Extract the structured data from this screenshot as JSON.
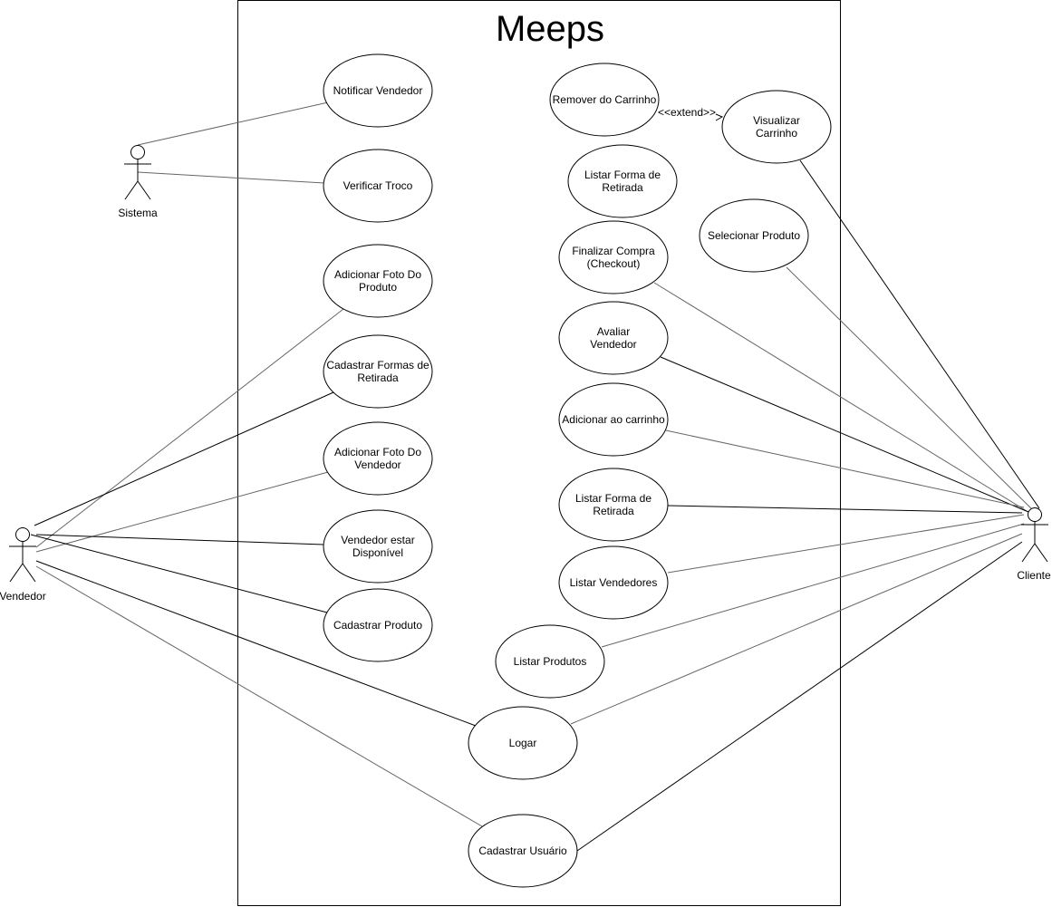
{
  "system": {
    "title": "Meeps"
  },
  "actors": {
    "sistema": "Sistema",
    "vendedor": "Vendedor",
    "cliente": "Cliente"
  },
  "use_cases": {
    "notificar_vendedor": [
      "Notificar Vendedor"
    ],
    "verificar_troco": [
      "Verificar Troco"
    ],
    "adicionar_foto_produto": [
      "Adicionar Foto Do",
      "Produto"
    ],
    "cadastrar_formas_retirada": [
      "Cadastrar Formas de",
      "Retirada"
    ],
    "adicionar_foto_vendedor": [
      "Adicionar Foto Do",
      "Vendedor"
    ],
    "vendedor_disponivel": [
      "Vendedor estar",
      "Disponível"
    ],
    "cadastrar_produto": [
      "Cadastrar Produto"
    ],
    "remover_carrinho": [
      "Remover do Carrinho"
    ],
    "visualizar_carrinho": [
      "Visualizar",
      "Carrinho"
    ],
    "listar_forma_retirada_1": [
      "Listar Forma de",
      "Retirada"
    ],
    "selecionar_produto": [
      "Selecionar Produto"
    ],
    "finalizar_compra": [
      "Finalizar Compra",
      "(Checkout)"
    ],
    "avaliar_vendedor": [
      "Avaliar",
      "Vendedor"
    ],
    "adicionar_carrinho": [
      "Adicionar ao carrinho"
    ],
    "listar_forma_retirada_2": [
      "Listar Forma de",
      "Retirada"
    ],
    "listar_vendedores": [
      "Listar Vendedores"
    ],
    "listar_produtos": [
      "Listar Produtos"
    ],
    "logar": [
      "Logar"
    ],
    "cadastrar_usuario": [
      "Cadastrar Usuário"
    ]
  },
  "relations": {
    "extend_label": "<<extend>>"
  }
}
